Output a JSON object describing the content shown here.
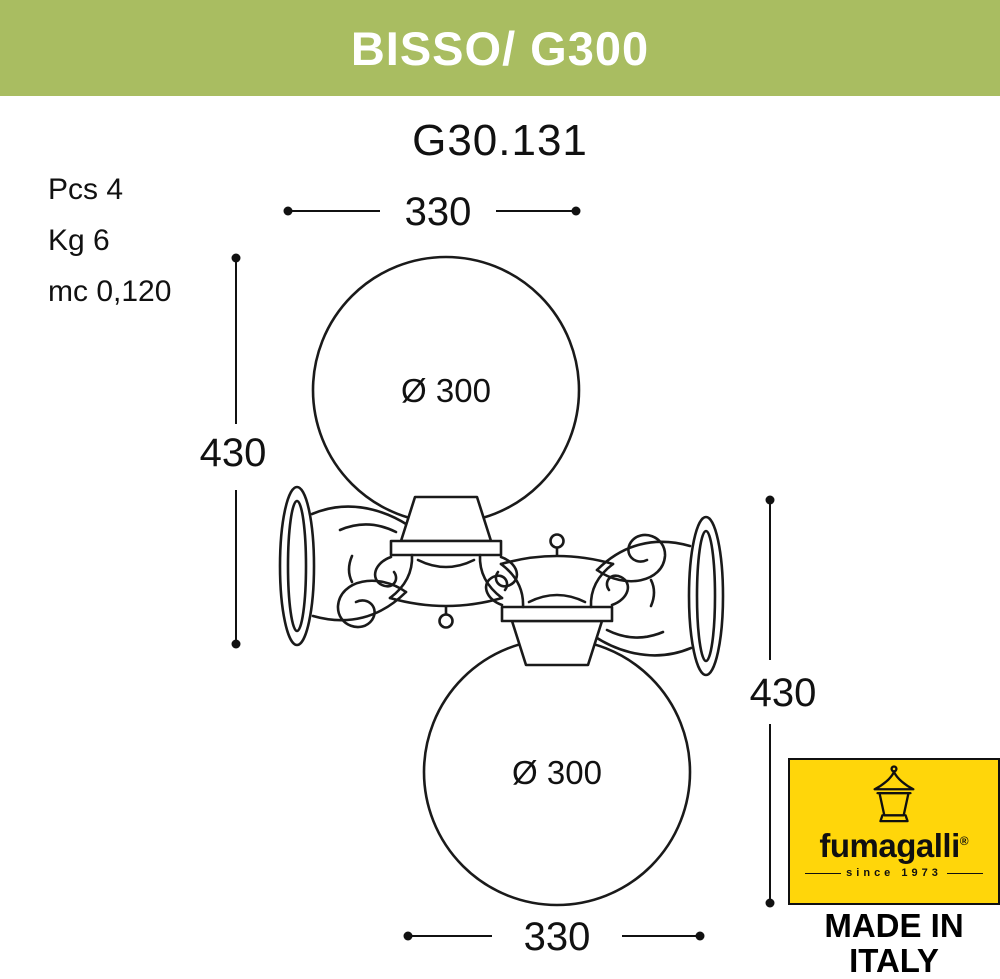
{
  "header": {
    "title": "BISSO/ G300"
  },
  "model": "G30.131",
  "specs": {
    "pcs": "Pcs 4",
    "kg": "Kg 6",
    "mc": "mc 0,120"
  },
  "dimensions": {
    "top_width": "330",
    "left_height": "430",
    "right_height": "430",
    "bottom_width": "330",
    "globe_top": "Ø 300",
    "globe_bottom": "Ø 300"
  },
  "logo": {
    "brand": "fumagalli",
    "registered": "®",
    "since": "since 1973",
    "made_line1": "MADE IN",
    "made_line2": "ITALY"
  },
  "colors": {
    "header_bg": "#a9bd61",
    "line": "#1a1a1a",
    "logo_bg": "#ffd60a"
  }
}
